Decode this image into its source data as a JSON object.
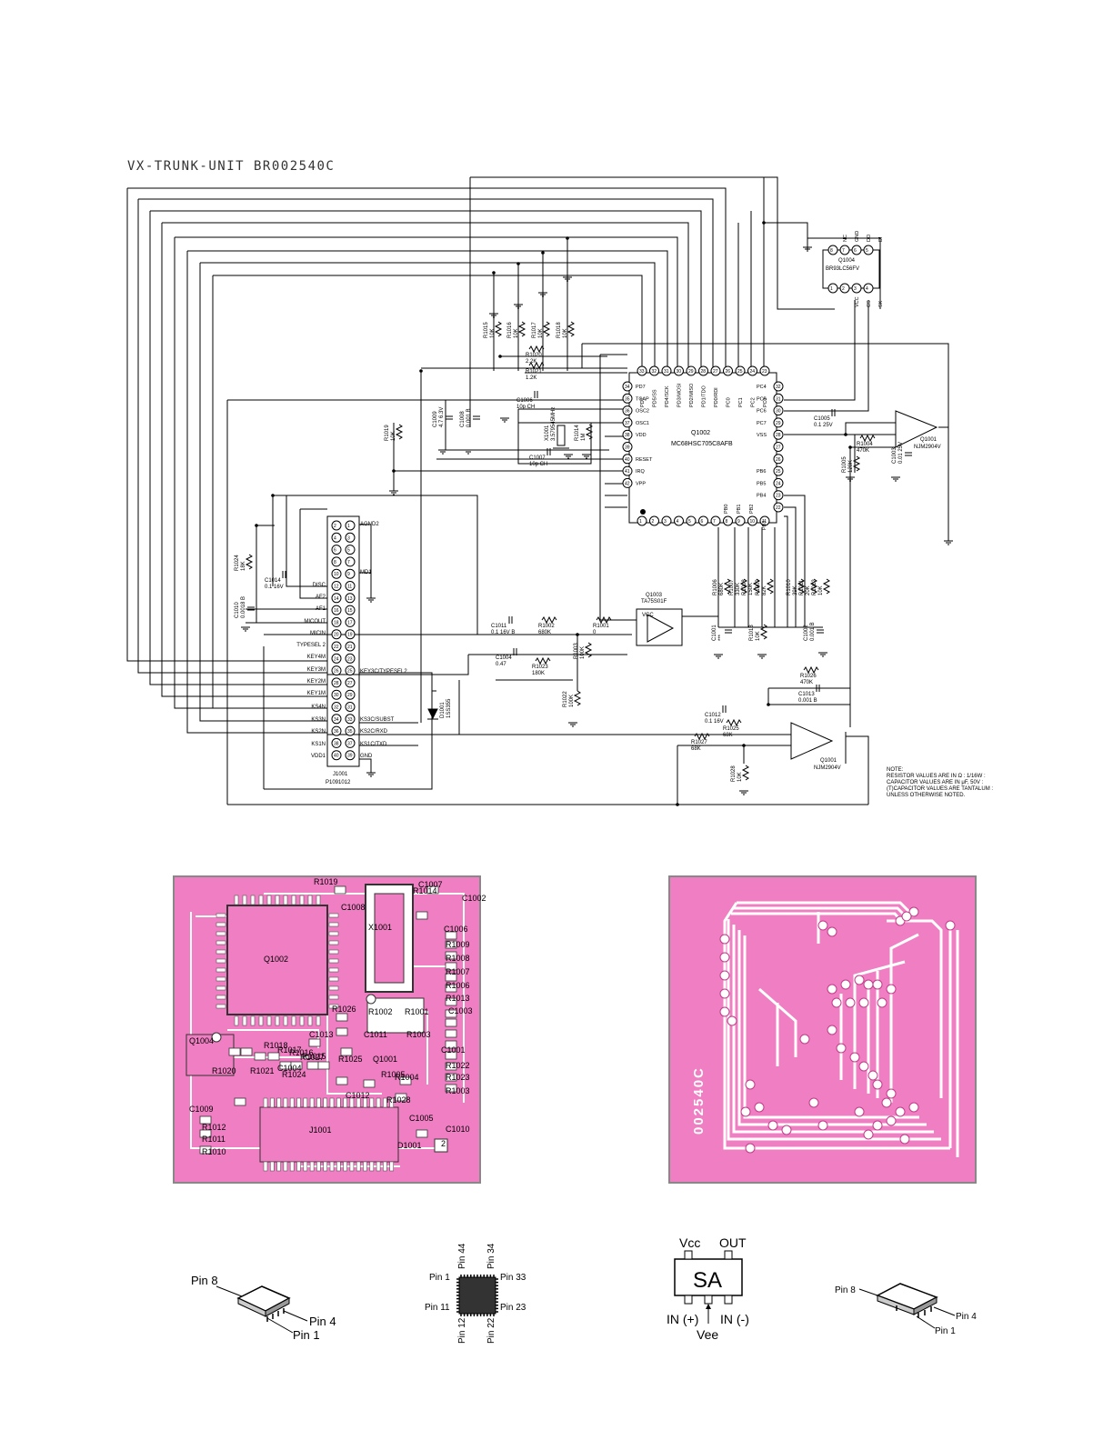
{
  "title": "VX-TRUNK-UNIT   BR002540C",
  "colors": {
    "line": "#000000",
    "pcb": "#f07ec2",
    "pcb_dark": "#d3489c",
    "pcb_pad": "#ffffff"
  },
  "q1002": {
    "ref": "Q1002",
    "part": "MC68HSC705C8AFB",
    "pins_top": [
      "PD7",
      "PD5/SS",
      "PD4/SCK",
      "PD3/MOSI",
      "PD2/MISO",
      "PD1/TDO",
      "PD0/RDI",
      "PC0",
      "PC1",
      "PC2",
      "PC3"
    ],
    "pins_left": [
      "PD7",
      "TCAP",
      "OSC2",
      "OSC1",
      "VDD",
      "",
      "RESET",
      "IRQ",
      "VPP"
    ],
    "pins_right": [
      "PC4",
      "PC5",
      "PC6",
      "PC7",
      "VSS",
      "",
      "",
      "PB6",
      "PB5",
      "PB4"
    ],
    "pins_bottom": [
      "PB0",
      "PB1",
      "PB2",
      "PB3"
    ]
  },
  "q1004": {
    "ref": "Q1004",
    "part": "BR93LC56FV",
    "pins_top": [
      "NC",
      "GND",
      "DO",
      "DI"
    ],
    "pins_bottom": [
      "VCC",
      "CS",
      "SK"
    ]
  },
  "q1001a": {
    "ref": "Q1001",
    "part": "NJM2904V"
  },
  "q1001b": {
    "ref": "Q1001",
    "part": "NJM2904V"
  },
  "q1003": {
    "ref": "Q1003",
    "part": "TA75S01F",
    "vcc": "VCC"
  },
  "j1001": {
    "ref": "J1001",
    "part": "P1091012",
    "left_labels": [
      "DISC",
      "AF2",
      "AF1",
      "MICOUT",
      "MICIN",
      "TYPESEL 2",
      "KEY4M",
      "KEY3M",
      "KEY2M",
      "KEY1M",
      "KS4N",
      "KS3N",
      "KS2N",
      "KS1N",
      "VDD1"
    ],
    "right_labels": [
      "AGND2",
      "MD1",
      "KEY3C/TYPESEL2",
      "KS3C/SUBST",
      "KS2C/RXD",
      "KS1C/TXD",
      "GND"
    ]
  },
  "components": [
    {
      "ref": "R1015",
      "val": "10K"
    },
    {
      "ref": "R1016",
      "val": "10K"
    },
    {
      "ref": "R1017",
      "val": "10K"
    },
    {
      "ref": "R1018",
      "val": "10K"
    },
    {
      "ref": "R1020",
      "val": "2.2K"
    },
    {
      "ref": "R1021",
      "val": "1.2K"
    },
    {
      "ref": "R1019",
      "val": "10K"
    },
    {
      "ref": "C1009",
      "val": "4.7 6.3V"
    },
    {
      "ref": "C1008",
      "val": "0.001 B"
    },
    {
      "ref": "C1006",
      "val": "10p CH"
    },
    {
      "ref": "C1007",
      "val": "10p CH"
    },
    {
      "ref": "X1001",
      "val": "3.579545MHz"
    },
    {
      "ref": "R1014",
      "val": "1M"
    },
    {
      "ref": "C1005",
      "val": "0.1 25V"
    },
    {
      "ref": "R1004",
      "val": "470K"
    },
    {
      "ref": "C1003",
      "val": "0.01 25V"
    },
    {
      "ref": "R1005",
      "val": "120K"
    },
    {
      "ref": "R1024",
      "val": "18K"
    },
    {
      "ref": "C1014",
      "val": "0.1 16V"
    },
    {
      "ref": "C1010",
      "val": "0.0018 B"
    },
    {
      "ref": "C1011",
      "val": "0.1 16V B"
    },
    {
      "ref": "R1002",
      "val": "680K"
    },
    {
      "ref": "R1001",
      "val": "0"
    },
    {
      "ref": "R1003",
      "val": "100K"
    },
    {
      "ref": "C1004",
      "val": "0.47"
    },
    {
      "ref": "R1023",
      "val": "180K"
    },
    {
      "ref": "R1022",
      "val": "100K"
    },
    {
      "ref": "R1006",
      "val": "680K"
    },
    {
      "ref": "R1007",
      "val": "330K"
    },
    {
      "ref": "R1008",
      "val": "150K"
    },
    {
      "ref": "R1009",
      "val": "82K"
    },
    {
      "ref": "R1010",
      "val": "39K"
    },
    {
      "ref": "R1011",
      "val": "20K"
    },
    {
      "ref": "R1012",
      "val": "10K"
    },
    {
      "ref": "C1001",
      "val": "***"
    },
    {
      "ref": "R1013",
      "val": "10K"
    },
    {
      "ref": "C1002",
      "val": "0.001 B"
    },
    {
      "ref": "R1026",
      "val": "470K"
    },
    {
      "ref": "C1013",
      "val": "0.001 B"
    },
    {
      "ref": "C1012",
      "val": "0.1 16V"
    },
    {
      "ref": "R1025",
      "val": "68K"
    },
    {
      "ref": "R1027",
      "val": "68K"
    },
    {
      "ref": "R1028",
      "val": "10K"
    },
    {
      "ref": "D1001",
      "val": "1SS355"
    }
  ],
  "note": [
    "NOTE:",
    "RESISTOR VALUES ARE IN Ω : 1/16W :",
    "CAPACITOR VALUES ARE IN μF, 50V :",
    "(T)CAPACITOR VALUES ARE TANTALUM :",
    "UNLESS OTHERWISE NOTED."
  ],
  "pcb_top": {
    "labels": [
      "R1019",
      "C1007",
      "C1008",
      "R1014",
      "C1002",
      "X1001",
      "C1006",
      "Q1002",
      "R1009",
      "R1008",
      "R1007",
      "R1006",
      "R1013",
      "C1003",
      "R1026",
      "R1002",
      "R1001",
      "C1013",
      "C1011",
      "R1003",
      "Q1004",
      "R1018",
      "R1017",
      "R1016",
      "R1015",
      "R1027",
      "R1025",
      "Q1001",
      "C1001",
      "R1022",
      "R1023",
      "R1003",
      "R1004",
      "R1005",
      "R1020",
      "C1009",
      "R1021",
      "R1024",
      "C1012",
      "R1028",
      "C1004",
      "R1012",
      "R1011",
      "R1010",
      "J1001",
      "C1005",
      "D1001",
      "C1010",
      "2"
    ]
  },
  "pcb_bottom": {
    "label": "002540C"
  },
  "packages": [
    {
      "name": "soic-8",
      "labels": [
        "Pin 8",
        "Pin 4",
        "Pin 1"
      ]
    },
    {
      "name": "qfp-44",
      "labels": [
        "Pin 44",
        "Pin 34",
        "Pin 1",
        "Pin 33",
        "Pin 11",
        "Pin 23",
        "Pin 12",
        "Pin 22"
      ]
    },
    {
      "name": "sot-23-5",
      "labels": [
        "Vcc",
        "OUT",
        "SA",
        "IN (+)",
        "IN (-)",
        "Vee"
      ]
    },
    {
      "name": "soic-8-small",
      "labels": [
        "Pin 8",
        "Pin 4",
        "Pin 1"
      ]
    }
  ]
}
